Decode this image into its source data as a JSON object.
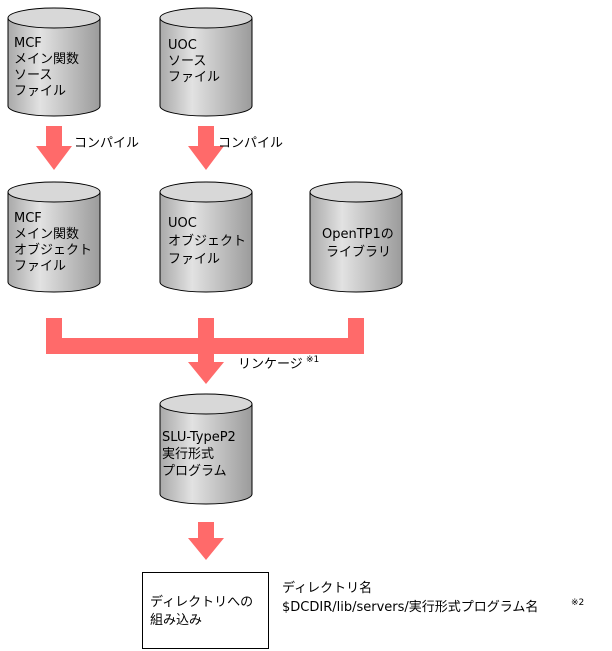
{
  "nodes": {
    "mcf_source": {
      "lines": [
        "MCF",
        "メイン関数",
        "ソース",
        "ファイル"
      ]
    },
    "uoc_source": {
      "lines": [
        "UOC",
        "ソース",
        "ファイル"
      ]
    },
    "mcf_object": {
      "lines": [
        "MCF",
        "メイン関数",
        "オブジェクト",
        "ファイル"
      ]
    },
    "uoc_object": {
      "lines": [
        "UOC",
        "オブジェクト",
        "ファイル"
      ]
    },
    "opentp1_lib": {
      "lines": [
        "OpenTP1の",
        "ライブラリ"
      ]
    },
    "executable": {
      "lines": [
        "SLU-TypeP2",
        "実行形式",
        "プログラム"
      ]
    },
    "directory_box": {
      "lines": [
        "ディレクトリへの",
        "組み込み"
      ]
    }
  },
  "labels": {
    "compile_left": "コンパイル",
    "compile_right": "コンパイル",
    "linkage": "リンケージ",
    "linkage_note": "※1",
    "dir_title": "ディレクトリ名",
    "dir_path": "$DCDIR/lib/servers/実行形式プログラム名",
    "dir_note": "※2"
  },
  "colors": {
    "arrow": "#ff6a6a",
    "cylinder_body": "#c9c9c9",
    "cylinder_stroke": "#000000"
  }
}
